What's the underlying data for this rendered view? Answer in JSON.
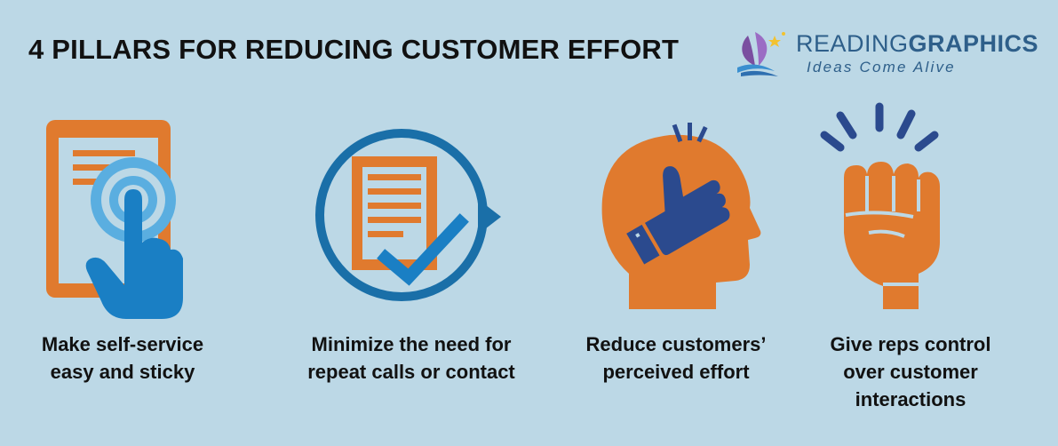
{
  "title": "4 PILLARS FOR REDUCING CUSTOMER EFFORT",
  "logo": {
    "brand_light": "READING",
    "brand_bold": "GRAPHICS",
    "tagline": "Ideas Come Alive"
  },
  "colors": {
    "background": "#bcd8e6",
    "orange": "#e07a2e",
    "blue": "#1a7fc4",
    "navy": "#2b4a8e",
    "light_blue": "#5aaee0"
  },
  "pillars": [
    {
      "icon": "tablet-tap-icon",
      "lines": [
        "Make self-service",
        "easy and sticky"
      ]
    },
    {
      "icon": "document-check-icon",
      "lines": [
        "Minimize the need for",
        "repeat calls or contact"
      ]
    },
    {
      "icon": "head-thumbs-up-icon",
      "lines": [
        "Reduce customers’",
        "perceived effort"
      ]
    },
    {
      "icon": "raised-fist-icon",
      "lines": [
        "Give reps control",
        "over customer",
        "interactions"
      ]
    }
  ]
}
